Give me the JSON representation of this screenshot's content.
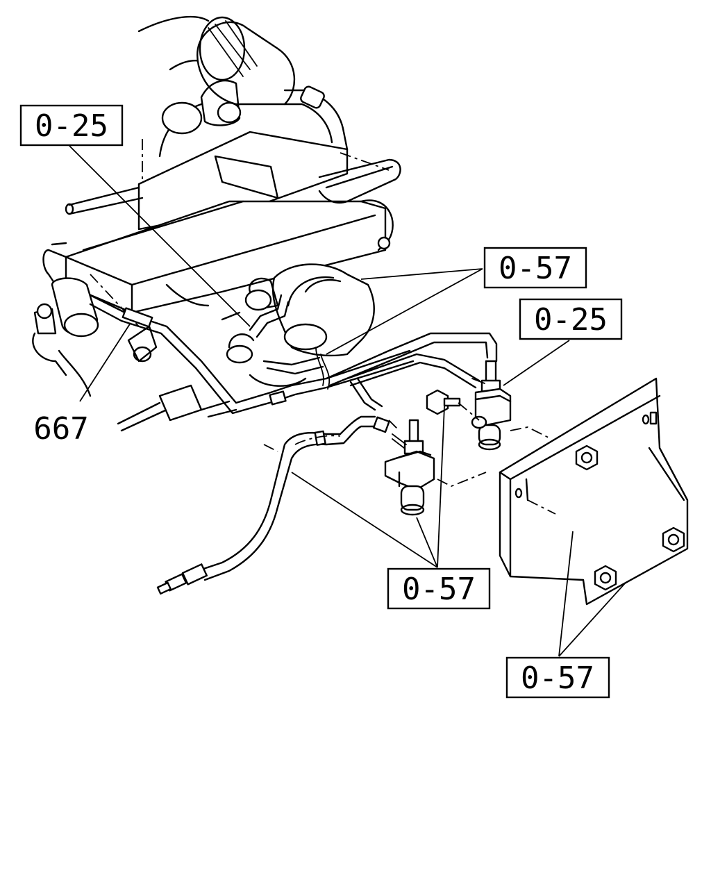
{
  "callouts": [
    {
      "id": "c1",
      "text": "0-25"
    },
    {
      "id": "c2",
      "text": "0-57"
    },
    {
      "id": "c3",
      "text": "0-25"
    },
    {
      "id": "c4",
      "text": "0-57"
    },
    {
      "id": "c5",
      "text": "0-57"
    }
  ],
  "part_labels": [
    {
      "id": "p1",
      "text": "667"
    }
  ]
}
